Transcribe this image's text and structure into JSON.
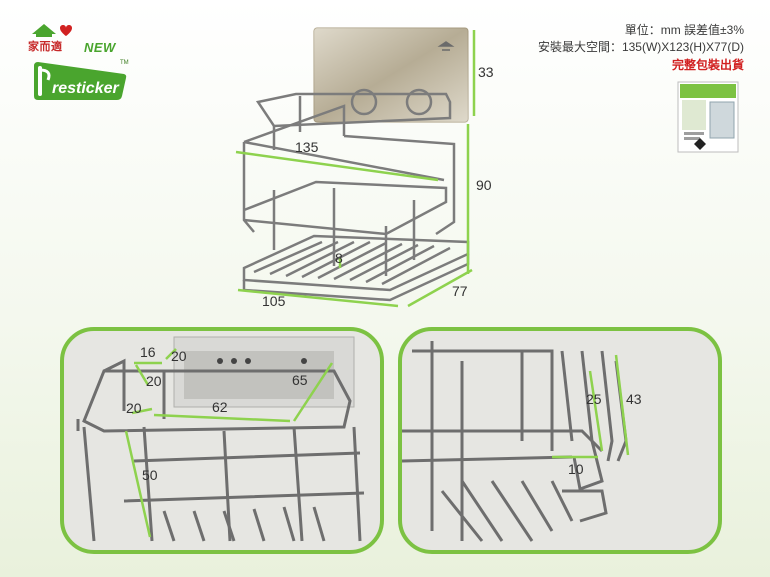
{
  "brand": {
    "name": "家而適",
    "new_badge": "NEW",
    "logo_name": "resticker",
    "trademark": "TM"
  },
  "specs": {
    "unit_line": "單位：mm 誤差值±3%",
    "space_line": "安裝最大空間：135(W)X123(H)X77(D)",
    "package_line": "完整包裝出貨"
  },
  "main_dimensions": {
    "height_plate": "33",
    "width": "135",
    "height_total": "90",
    "gap": "8",
    "bottom_width": "105",
    "depth": "77"
  },
  "detail_left": {
    "d16": "16",
    "d20a": "20",
    "d20b": "20",
    "d20c": "20",
    "d65": "65",
    "d62": "62",
    "d50": "50"
  },
  "detail_right": {
    "d25": "25",
    "d43": "43",
    "d10": "10"
  },
  "colors": {
    "accent_green": "#7cc242",
    "brand_red": "#d12121",
    "dimension_green": "#8ed24e"
  }
}
